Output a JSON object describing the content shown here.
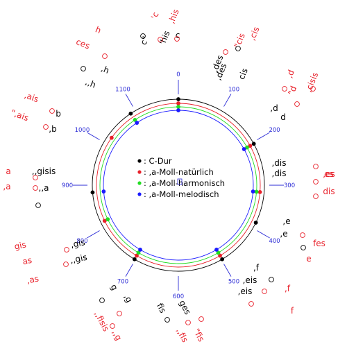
{
  "legend": [
    {
      "text": ": C-Dur",
      "color": "#000000"
    },
    {
      "text": ": ,a-Moll-natürlich",
      "color": "#e8202a"
    },
    {
      "text": ": ,a-Moll-harmonisch",
      "color": "#22dd22"
    },
    {
      "text": ": ,a-Moll-melodisch",
      "color": "#1a1aff"
    }
  ],
  "cent_ticks": [
    "0",
    "100",
    "200",
    "300",
    "400",
    "500",
    "600",
    "700",
    "800",
    "900",
    "1000",
    "1100"
  ],
  "ring_colors": [
    "#000000",
    "#e8202a",
    "#22dd22",
    "#1a1aff"
  ],
  "scale_points": {
    "c_dur": [
      0,
      204,
      386,
      498,
      702,
      884,
      1088
    ],
    "a_moll_natuerlich": [
      0,
      204,
      316,
      498,
      702,
      814,
      1018
    ],
    "a_moll_harmonisch": [
      0,
      204,
      316,
      498,
      702,
      814,
      1088
    ],
    "a_moll_melodisch": [
      0,
      204,
      316,
      498,
      702,
      884,
      1088
    ]
  },
  "note_labels": [
    {
      "text": "'c",
      "cls": "red"
    },
    {
      "text": ",his",
      "cls": "red"
    },
    {
      "text": "c\"",
      "cls": "blk"
    },
    {
      "text": "'his",
      "cls": "blk"
    },
    {
      "text": "c",
      "cls": "blk"
    },
    {
      "text": ",des",
      "cls": "blk"
    },
    {
      "text": "\"cis",
      "cls": "red"
    },
    {
      "text": ",cis",
      "cls": "red"
    },
    {
      "text": ",des",
      "cls": "blk"
    },
    {
      "text": "cis",
      "cls": "blk"
    },
    {
      "text": "h",
      "cls": "red"
    },
    {
      "text": "ces",
      "cls": "red"
    },
    {
      "text": ",h",
      "cls": "blk"
    },
    {
      "text": ",,h",
      "cls": "blk"
    },
    {
      "text": ",ais",
      "cls": "red"
    },
    {
      "text": "\",ais",
      "cls": "red"
    },
    {
      "text": "b",
      "cls": "blk"
    },
    {
      "text": ",b",
      "cls": "blk"
    },
    {
      "text": ",d",
      "cls": "red"
    },
    {
      "text": "\"d",
      "cls": "red"
    },
    {
      "text": ",cisis",
      "cls": "red"
    },
    {
      "text": ",d",
      "cls": "blk"
    },
    {
      "text": "d",
      "cls": "blk"
    },
    {
      "text": ",dis",
      "cls": "blk"
    },
    {
      "text": ",es",
      "cls": "red"
    },
    {
      "text": ",dis",
      "cls": "blk"
    },
    {
      "text": "es",
      "cls": "red"
    },
    {
      "text": "dis",
      "cls": "red"
    },
    {
      "text": "a",
      "cls": "red"
    },
    {
      "text": ",a",
      "cls": "red"
    },
    {
      "text": ",,gisis",
      "cls": "blk"
    },
    {
      "text": ",,a",
      "cls": "blk"
    },
    {
      "text": ",e",
      "cls": "blk"
    },
    {
      "text": ",e",
      "cls": "blk"
    },
    {
      "text": "fes",
      "cls": "red"
    },
    {
      "text": "e",
      "cls": "red"
    },
    {
      "text": "gis",
      "cls": "red"
    },
    {
      "text": "as",
      "cls": "red"
    },
    {
      "text": ",as",
      "cls": "red"
    },
    {
      "text": ",gis",
      "cls": "blk"
    },
    {
      "text": ",,gis",
      "cls": "blk"
    },
    {
      "text": ",f",
      "cls": "blk"
    },
    {
      "text": ",eis",
      "cls": "blk"
    },
    {
      "text": ",eis",
      "cls": "blk"
    },
    {
      "text": ",f",
      "cls": "red"
    },
    {
      "text": "f",
      "cls": "red"
    },
    {
      "text": "g",
      "cls": "blk"
    },
    {
      "text": ",g",
      "cls": "blk"
    },
    {
      "text": ",,fisis",
      "cls": "red"
    },
    {
      "text": ",,g",
      "cls": "red"
    },
    {
      "text": "fis",
      "cls": "blk"
    },
    {
      "text": "ges",
      "cls": "blk"
    },
    {
      "text": ",,fis",
      "cls": "red"
    },
    {
      "text": "\"fis",
      "cls": "red"
    }
  ]
}
